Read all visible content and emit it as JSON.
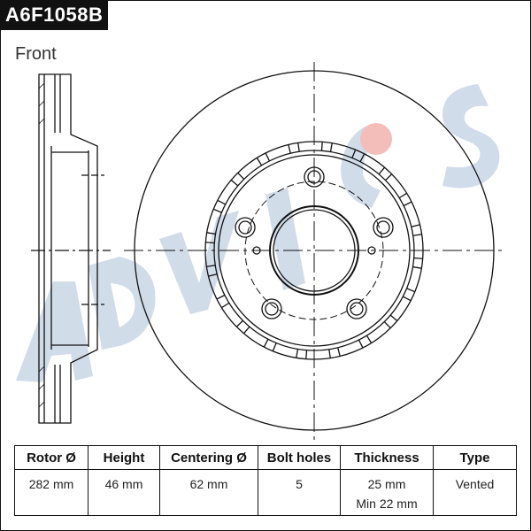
{
  "part_number": "A6F1058B",
  "view_label": "Front",
  "watermark": {
    "text": "ADVICS",
    "color": "#c9d6e6",
    "dot_color": "#f1b2ad"
  },
  "colors": {
    "line": "#111111",
    "background": "#ffffff"
  },
  "table": {
    "headers": [
      "Rotor Ø",
      "Height",
      "Centering Ø",
      "Bolt holes",
      "Thickness",
      "Type"
    ],
    "values": [
      "282 mm",
      "46 mm",
      "62 mm",
      "5",
      "25 mm",
      "Vented"
    ],
    "thickness_min": "Min 22 mm"
  }
}
